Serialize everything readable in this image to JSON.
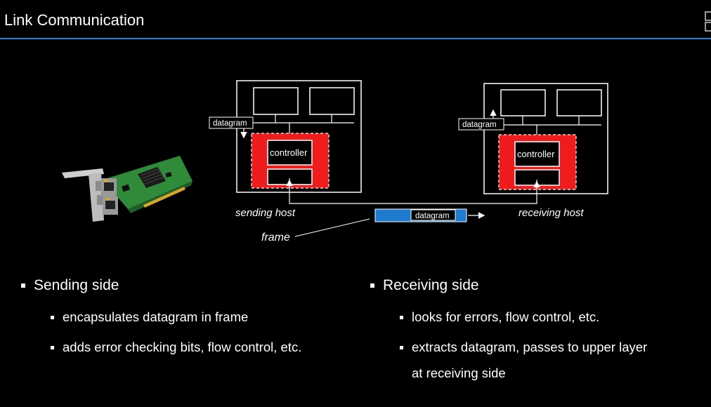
{
  "slide": {
    "title": "Link Communication"
  },
  "diagram": {
    "sending_host_label": "sending host",
    "receiving_host_label": "receiving host",
    "frame_label": "frame",
    "controller_label_left": "controller",
    "controller_label_right": "controller",
    "datagram_left": "datagram",
    "datagram_right": "datagram",
    "datagram_link": "datagram",
    "colors": {
      "controller_red": "#ee1c1c",
      "frame_blue": "#1f7bd0",
      "rule_blue": "#2f7fd3"
    }
  },
  "bullets": {
    "left": {
      "heading": "Sending side",
      "items": [
        "encapsulates datagram in frame",
        "adds error checking bits, flow control, etc."
      ]
    },
    "right": {
      "heading": "Receiving side",
      "items": [
        "looks for errors, flow control, etc.",
        "extracts datagram, passes to upper layer",
        "at receiving side"
      ]
    }
  }
}
